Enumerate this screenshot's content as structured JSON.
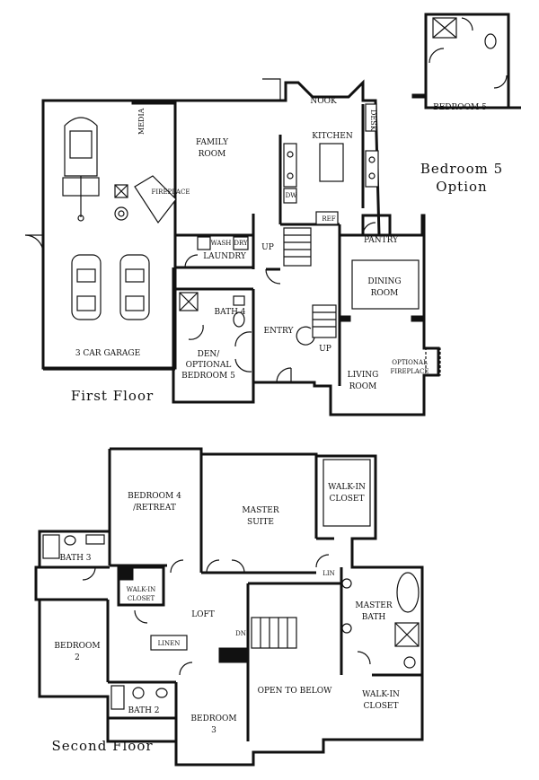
{
  "titles": {
    "first_floor": "First Floor",
    "second_floor": "Second Floor",
    "option_line1": "Bedroom 5",
    "option_line2": "Option"
  },
  "first_floor": {
    "nook": "NOOK",
    "desk": "DESK",
    "kitchen": "KITCHEN",
    "family_room_1": "FAMILY",
    "family_room_2": "ROOM",
    "media": "MEDIA",
    "fireplace": "FIREPLACE",
    "dw": "DW",
    "ref": "REF",
    "pantry": "PANTRY",
    "wash": "WASH",
    "dry": "DRY",
    "laundry": "LAUNDRY",
    "up_1": "UP",
    "up_2": "UP",
    "dining_1": "DINING",
    "dining_2": "ROOM",
    "bath_4": "BATH 4",
    "entry": "ENTRY",
    "garage": "3 CAR GARAGE",
    "den_1": "DEN/",
    "den_2": "OPTIONAL",
    "den_3": "BEDROOM 5",
    "living_1": "LIVING",
    "living_2": "ROOM",
    "opt_fp_1": "OPTIONAL",
    "opt_fp_2": "FIREPLACE"
  },
  "option": {
    "bedroom_5": "BEDROOM 5"
  },
  "second_floor": {
    "bedroom_4_1": "BEDROOM 4",
    "bedroom_4_2": "/RETREAT",
    "master_1": "MASTER",
    "master_2": "SUITE",
    "walkin_1": "WALK-IN",
    "walkin_2": "CLOSET",
    "bath_3": "BATH 3",
    "walkin_small_1": "WALK-IN",
    "walkin_small_2": "CLOSET",
    "loft": "LOFT",
    "lin_1": "LIN",
    "master_bath_1": "MASTER",
    "master_bath_2": "BATH",
    "bedroom_2_1": "BEDROOM",
    "bedroom_2_2": "2",
    "linen": "LINEN",
    "dn": "DN",
    "open_below": "OPEN TO BELOW",
    "walkin_master_1": "WALK-IN",
    "walkin_master_2": "CLOSET",
    "bath_2": "BATH 2",
    "bedroom_3_1": "BEDROOM",
    "bedroom_3_2": "3"
  }
}
